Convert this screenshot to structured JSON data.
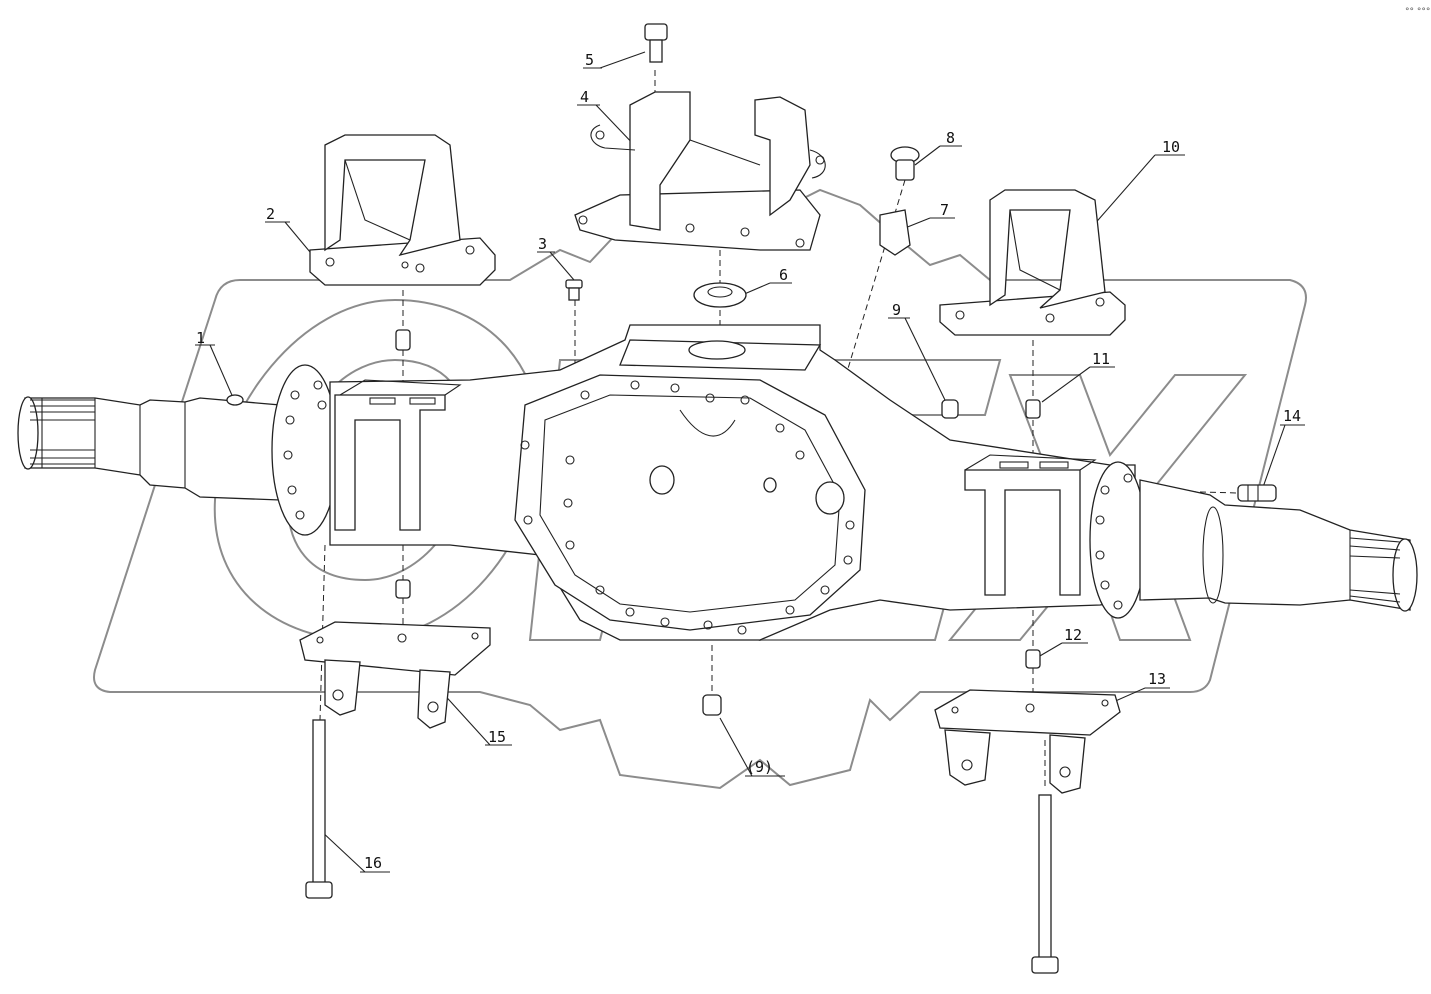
{
  "watermark": {
    "text": "OPEX",
    "color": "#8c8c8c"
  },
  "corner_mark": "°° °°°",
  "callouts": {
    "c1": "1",
    "c2": "2",
    "c3": "3",
    "c4": "4",
    "c5": "5",
    "c6": "6",
    "c7": "7",
    "c8": "8",
    "c9": "9",
    "c9b": "(9)",
    "c10": "10",
    "c11": "11",
    "c12": "12",
    "c13": "13",
    "c14": "14",
    "c15": "15",
    "c16": "16"
  }
}
